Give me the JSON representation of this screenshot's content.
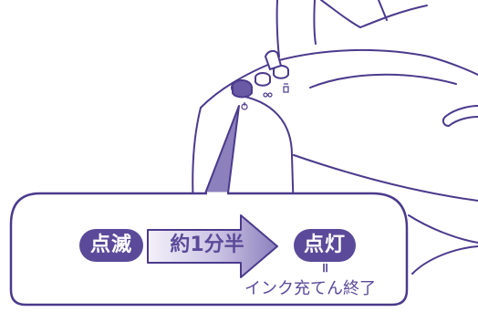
{
  "status_flow": {
    "start_state": "点滅",
    "duration": "約1分半",
    "end_state": "点灯",
    "equals": "॥",
    "caption": "インク充てん終了"
  },
  "colors": {
    "accent": "#5b4a99",
    "line": "#4b3a8c",
    "arrow_fill_light": "#f3f1fa",
    "arrow_fill_dark": "#8c80bd"
  },
  "icons": [
    "power-icon",
    "ink-icon",
    "paper-icon"
  ]
}
